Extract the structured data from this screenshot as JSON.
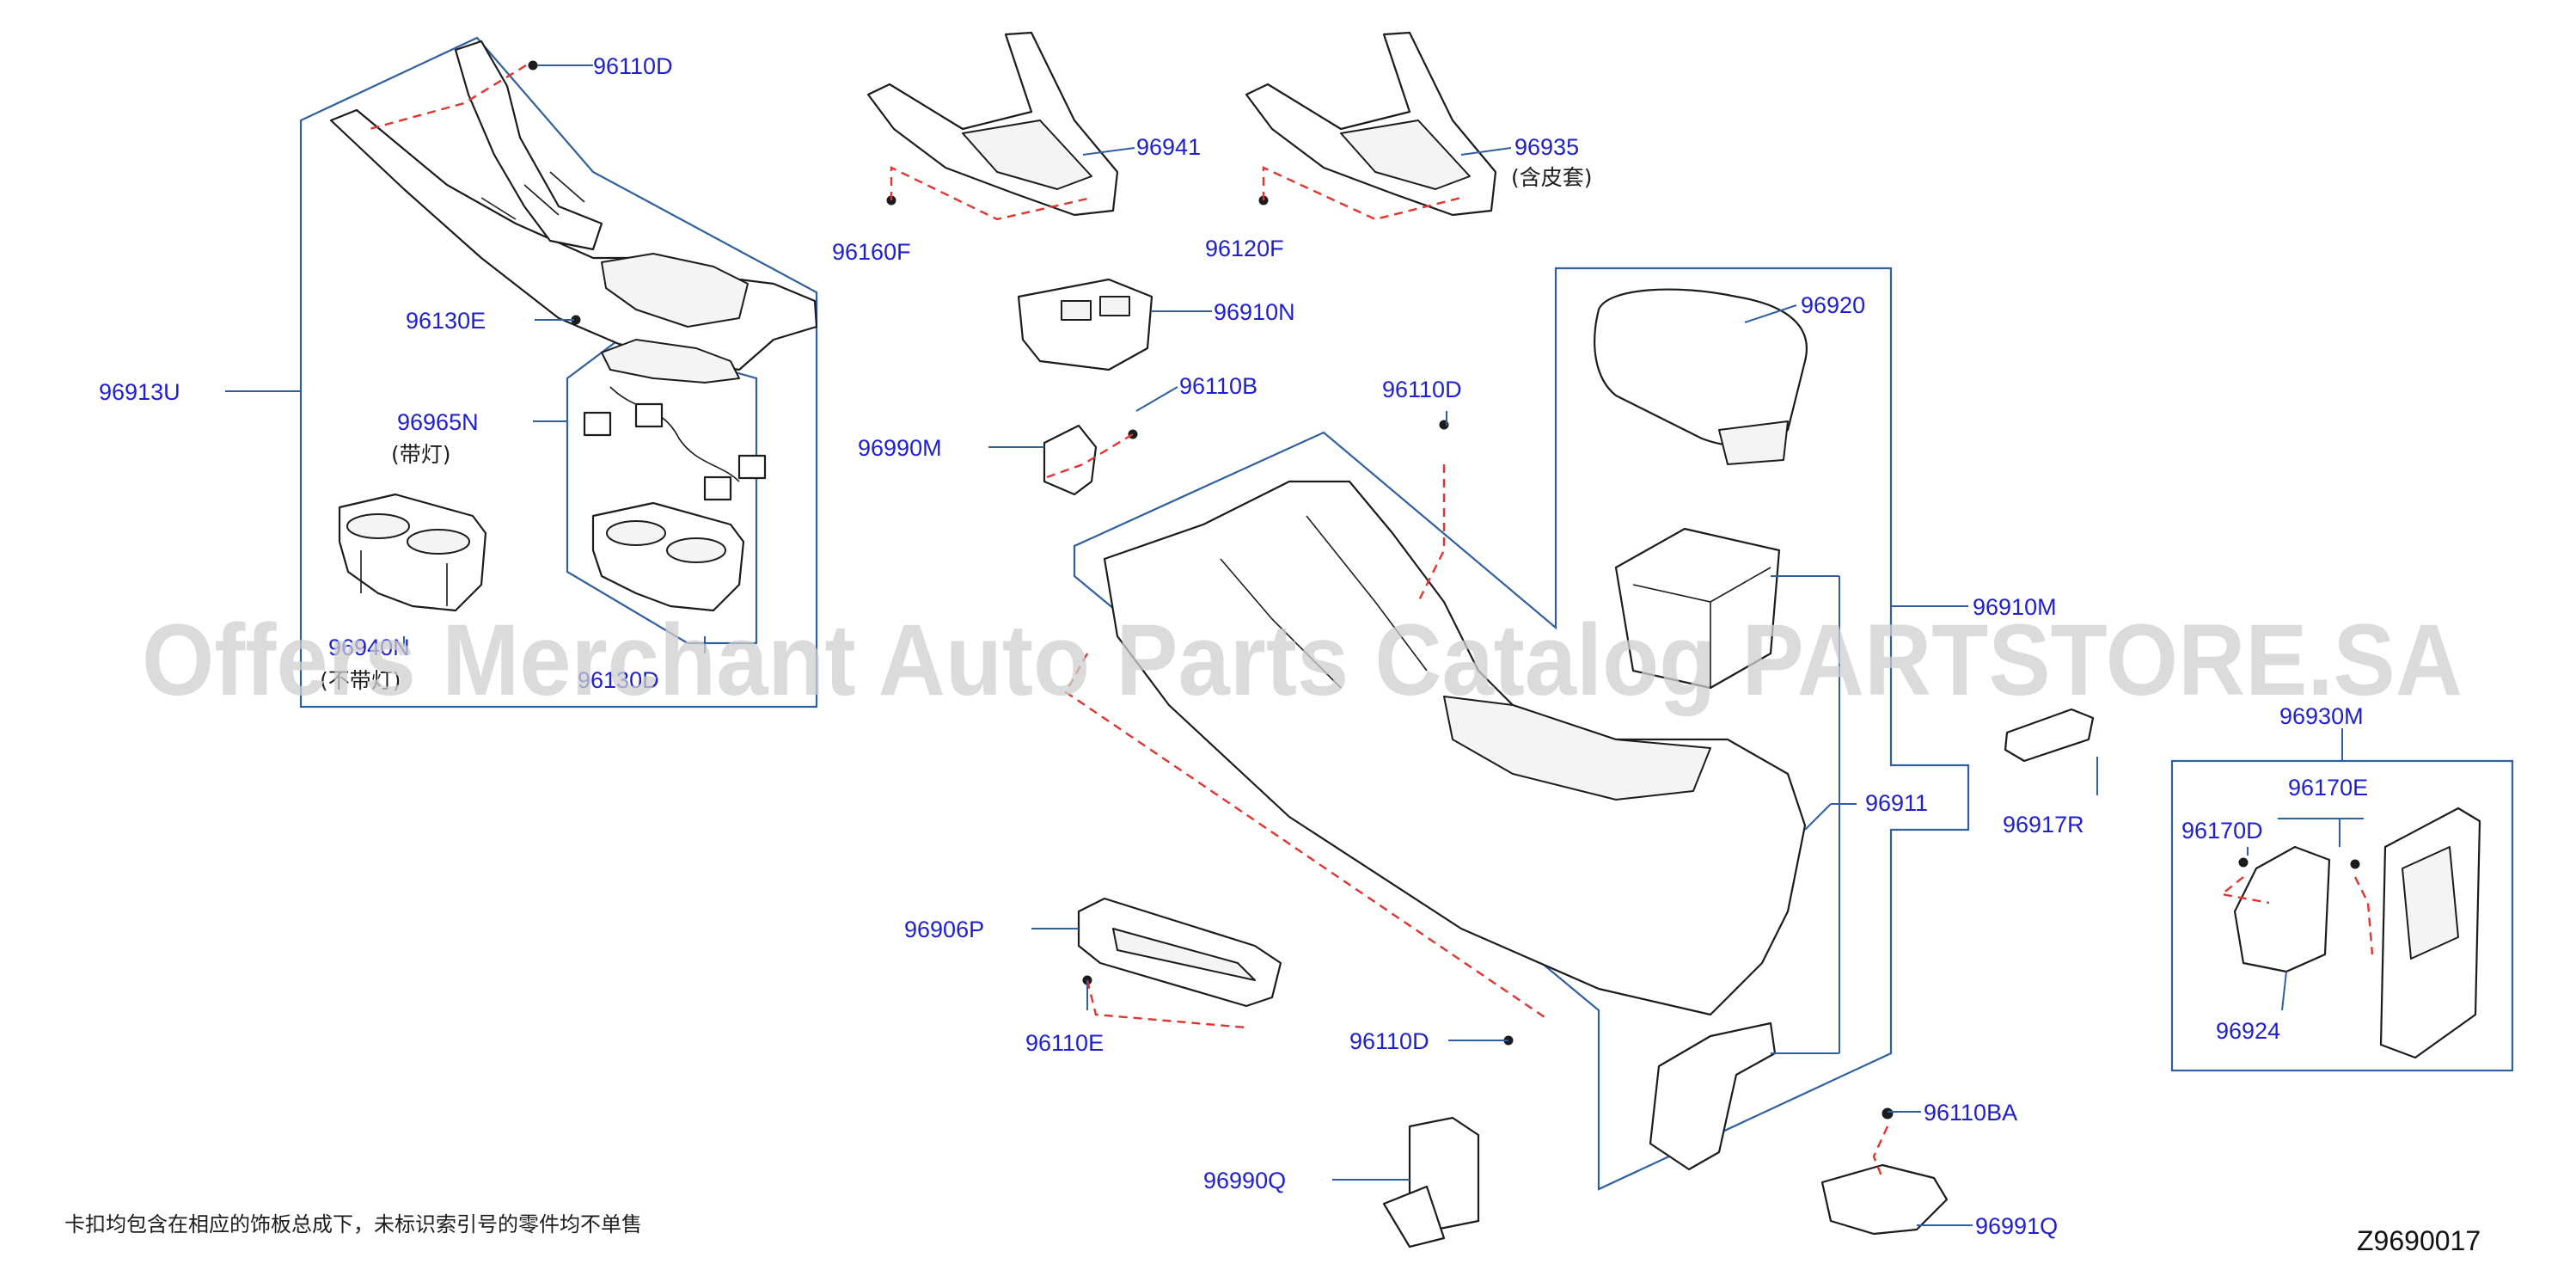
{
  "parts": {
    "p96110D_top": "96110D",
    "p96941": "96941",
    "p96935": "96935",
    "p96935_note": "(含皮套)",
    "p96160F": "96160F",
    "p96120F": "96120F",
    "p96910N": "96910N",
    "p96920": "96920",
    "p96130E": "96130E",
    "p96913U": "96913U",
    "p96965N": "96965N",
    "p96965N_note": "(带灯)",
    "p96110B": "96110B",
    "p96110D_mid": "96110D",
    "p96990M": "96990M",
    "p96940N": "96940N",
    "p96940N_note": "(不带灯)",
    "p96130D": "96130D",
    "p96910M": "96910M",
    "p96930M": "96930M",
    "p96170E": "96170E",
    "p96170D": "96170D",
    "p96911": "96911",
    "p96917R": "96917R",
    "p96906P": "96906P",
    "p96924": "96924",
    "p96110E": "96110E",
    "p96110D_low": "96110D",
    "p96110BA": "96110BA",
    "p96990Q": "96990Q",
    "p96991Q": "96991Q"
  },
  "footnote": "卡扣均包含在相应的饰板总成下，未标识索引号的零件均不单售",
  "diagram_code": "Z9690017",
  "watermark": "Offers Merchant Auto Parts Catalog PARTSTORE.SA",
  "colors": {
    "part_number": "#1d1fd1",
    "leader_line": "#2f5fa0",
    "dashed_guide": "#e0342f",
    "outline": "#1c1c1c"
  }
}
